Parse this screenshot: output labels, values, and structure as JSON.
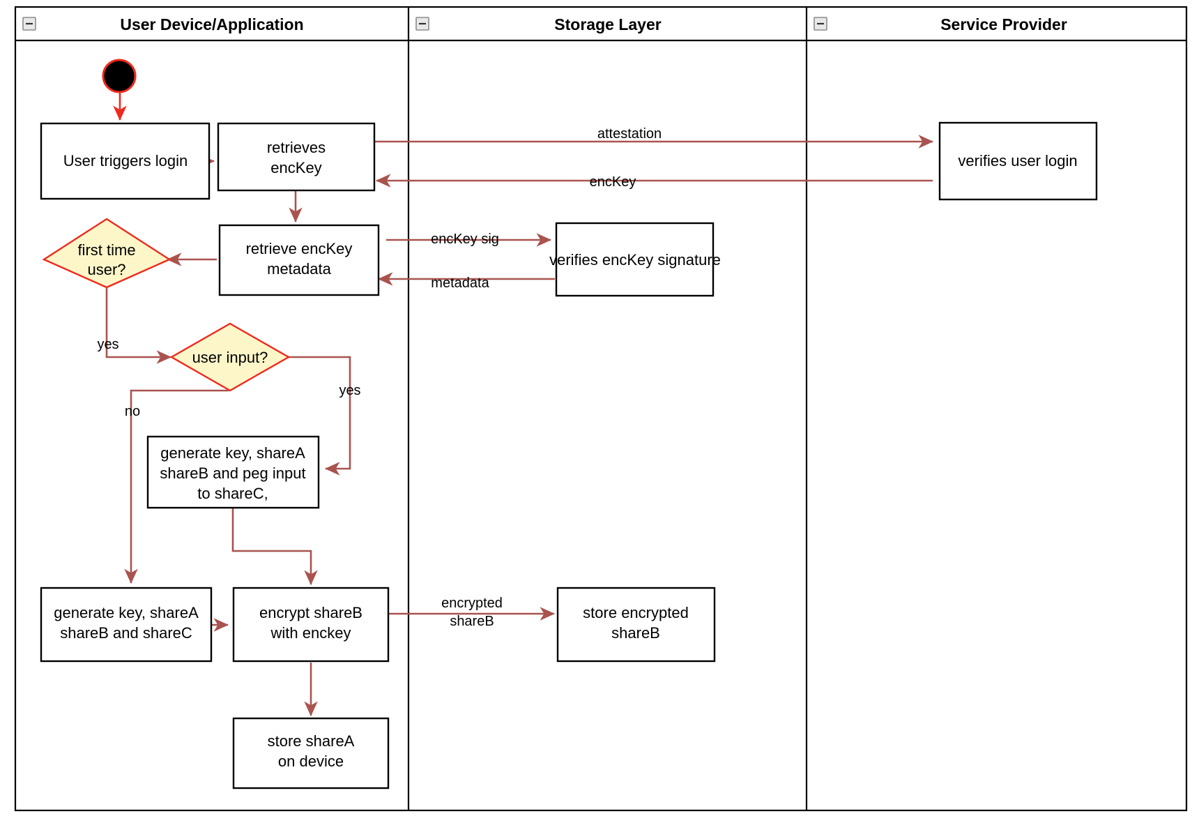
{
  "diagram": {
    "type": "swimlane-activity-diagram",
    "title": "Login and key share provisioning flow",
    "colors": {
      "flow_arrow": "#a9534f",
      "start_accent": "#ef2a1d",
      "decision_fill": "#fdf6c8",
      "decision_stroke": "#ef2a1d",
      "node_fill": "#ffffff",
      "node_stroke": "#000000",
      "background": "#ffffff"
    },
    "lanes": [
      {
        "id": "lane-user-device",
        "label": "User Device/Application",
        "collapse_icon": "minus-icon"
      },
      {
        "id": "lane-storage",
        "label": "Storage Layer",
        "collapse_icon": "minus-icon"
      },
      {
        "id": "lane-service-provider",
        "label": "Service Provider",
        "collapse_icon": "minus-icon"
      }
    ],
    "nodes": [
      {
        "id": "start",
        "shape": "start",
        "label": "",
        "lane": "lane-user-device"
      },
      {
        "id": "user-triggers-login",
        "shape": "rect",
        "lane": "lane-user-device",
        "lines": [
          "User triggers login"
        ]
      },
      {
        "id": "retrieves-enckey",
        "shape": "rect",
        "lane": "lane-user-device",
        "lines": [
          "retrieves",
          "encKey"
        ]
      },
      {
        "id": "retrieve-enckey-metadata",
        "shape": "rect",
        "lane": "lane-user-device",
        "lines": [
          "retrieve encKey",
          "metadata"
        ]
      },
      {
        "id": "first-time-user",
        "shape": "diamond",
        "lane": "lane-user-device",
        "lines": [
          "first time",
          "user?"
        ]
      },
      {
        "id": "user-input",
        "shape": "diamond",
        "lane": "lane-user-device",
        "lines": [
          "user input?"
        ]
      },
      {
        "id": "generate-key-peg-input",
        "shape": "rect",
        "lane": "lane-user-device",
        "lines": [
          "generate key, shareA",
          "shareB and peg input",
          "to shareC,"
        ]
      },
      {
        "id": "generate-key-sharec",
        "shape": "rect",
        "lane": "lane-user-device",
        "lines": [
          "generate key, shareA",
          "shareB and shareC"
        ]
      },
      {
        "id": "encrypt-shareb",
        "shape": "rect",
        "lane": "lane-user-device",
        "lines": [
          "encrypt shareB",
          "with enckey"
        ]
      },
      {
        "id": "store-sharea-on-device",
        "shape": "rect",
        "lane": "lane-user-device",
        "lines": [
          "store shareA",
          "on device"
        ]
      },
      {
        "id": "verifies-enckey-signature",
        "shape": "rect",
        "lane": "lane-storage",
        "lines": [
          "verifies encKey signature"
        ]
      },
      {
        "id": "store-encrypted-shareb",
        "shape": "rect",
        "lane": "lane-storage",
        "lines": [
          "store encrypted",
          "shareB"
        ]
      },
      {
        "id": "verifies-user-login",
        "shape": "rect",
        "lane": "lane-service-provider",
        "lines": [
          "verifies user login"
        ]
      }
    ],
    "edges": [
      {
        "id": "edge-start-login",
        "from": "start",
        "to": "user-triggers-login",
        "label": ""
      },
      {
        "id": "edge-login-retrieves",
        "from": "user-triggers-login",
        "to": "retrieves-enckey",
        "label": ""
      },
      {
        "id": "edge-attestation",
        "from": "retrieves-enckey",
        "to": "verifies-user-login",
        "label": "attestation"
      },
      {
        "id": "edge-enckey-return",
        "from": "verifies-user-login",
        "to": "retrieves-enckey",
        "label": "encKey"
      },
      {
        "id": "edge-retrieves-metadata",
        "from": "retrieves-enckey",
        "to": "retrieve-enckey-metadata",
        "label": ""
      },
      {
        "id": "edge-enckey-sig",
        "from": "retrieve-enckey-metadata",
        "to": "verifies-enckey-signature",
        "label": "encKey sig"
      },
      {
        "id": "edge-metadata-return",
        "from": "verifies-enckey-signature",
        "to": "retrieve-enckey-metadata",
        "label": "metadata"
      },
      {
        "id": "edge-metadata-firsttime",
        "from": "retrieve-enckey-metadata",
        "to": "first-time-user",
        "label": ""
      },
      {
        "id": "edge-firsttime-yes",
        "from": "first-time-user",
        "to": "user-input",
        "label": "yes"
      },
      {
        "id": "edge-userinput-yes",
        "from": "user-input",
        "to": "generate-key-peg-input",
        "label": "yes"
      },
      {
        "id": "edge-userinput-no",
        "from": "user-input",
        "to": "generate-key-sharec",
        "label": "no"
      },
      {
        "id": "edge-peginput-encrypt",
        "from": "generate-key-peg-input",
        "to": "encrypt-shareb",
        "label": ""
      },
      {
        "id": "edge-generate-encrypt",
        "from": "generate-key-sharec",
        "to": "encrypt-shareb",
        "label": ""
      },
      {
        "id": "edge-encrypted-shareb",
        "from": "encrypt-shareb",
        "to": "store-encrypted-shareb",
        "label": "encrypted shareB",
        "label_lines": [
          "encrypted",
          "shareB"
        ]
      },
      {
        "id": "edge-encrypt-store-sharea",
        "from": "encrypt-shareb",
        "to": "store-sharea-on-device",
        "label": ""
      }
    ]
  }
}
